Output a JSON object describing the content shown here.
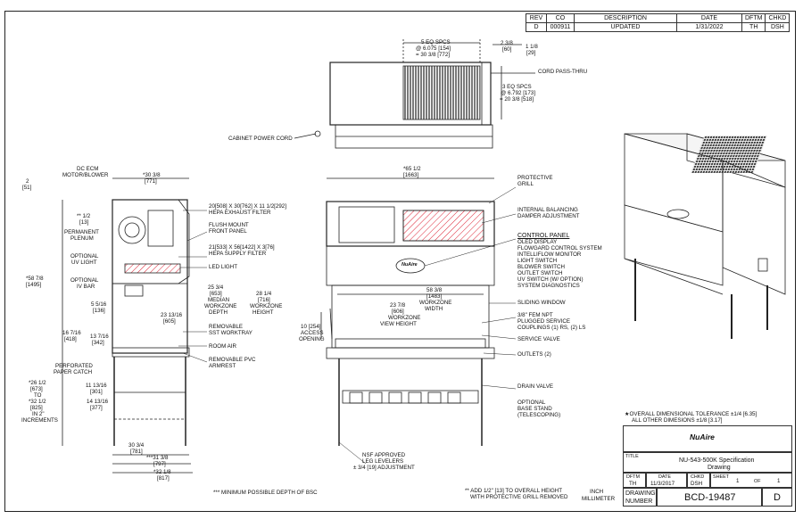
{
  "revision_block": {
    "headers": [
      "REV",
      "CO",
      "DESCRIPTION",
      "DATE",
      "DFTM",
      "CHKD"
    ],
    "row": [
      "D",
      "000911",
      "UPDATED",
      "1/31/2022",
      "TH",
      "DSH"
    ]
  },
  "top_view": {
    "eq_spcs_1": "5 EQ SPCS",
    "eq_spcs_1_dim": "@ 6.075 [154]",
    "eq_spcs_1_total": "= 30 3/8 [772]",
    "dim_2_3_8": "2 3/8",
    "dim_2_3_8_mm": "[60]",
    "dim_1_1_8": "1 1/8",
    "dim_1_1_8_mm": "[29]",
    "cord_pass_thru": "CORD PASS-THRU",
    "eq_spcs_2": "3 EQ SPCS",
    "eq_spcs_2_dim": "@ 6.792 [173]",
    "eq_spcs_2_total": "= 20 3/8 [518]",
    "cabinet_power_cord": "CABINET POWER CORD"
  },
  "side_view": {
    "dc_ecm_1": "DC ECM",
    "dc_ecm_2": "MOTOR/BLOWER",
    "dim_2": "2",
    "dim_2_mm": "[51]",
    "depth_top": "*30 3/8",
    "depth_top_mm": "[771]",
    "dim_half": "** 1/2",
    "dim_half_mm": "[13]",
    "permanent_plenum_1": "PERMANENT",
    "permanent_plenum_2": "PLENUM",
    "optional_uv_1": "OPTIONAL",
    "optional_uv_2": "UV LIGHT",
    "height_total": "*58 7/8",
    "height_total_mm": "[1495]",
    "optional_iv_1": "OPTIONAL",
    "optional_iv_2": "IV BAR",
    "dim_5_5_16": "5 5/16",
    "dim_5_5_16_mm": "[136]",
    "dim_16_7_16": "16 7/16",
    "dim_16_7_16_mm": "[418]",
    "dim_13_7_16": "13 7/16",
    "dim_13_7_16_mm": "[342]",
    "dim_23_13_16": "23 13/16",
    "dim_23_13_16_mm": "[605]",
    "perforated_1": "PERFORATED",
    "perforated_2": "PAPER CATCH",
    "stand_1": "*26 1/2",
    "stand_2": "[673]",
    "stand_3": "TO",
    "stand_4": "*32 1/2",
    "stand_5": "[825]",
    "stand_6": "IN 2\"",
    "stand_7": "INCREMENTS",
    "dim_11_13_16": "11 13/16",
    "dim_11_13_16_mm": "[301]",
    "dim_14_13_16": "14 13/16",
    "dim_14_13_16_mm": "[377]",
    "dim_30_3_4": "30 3/4",
    "dim_30_3_4_mm": "[781]",
    "dim_31_3_8": "***31 3/8",
    "dim_31_3_8_mm": "[797]",
    "dim_32_1_8": "*32 1/8",
    "dim_32_1_8_mm": "[817]",
    "min_depth_note": "*** MINIMUM POSSIBLE DEPTH OF BSC"
  },
  "callouts_mid": {
    "hepa_exhaust_1": "20[508] X 30[762] X 11 1/2[292]",
    "hepa_exhaust_2": "HEPA EXHAUST FILTER",
    "flush_mount_1": "FLUSH MOUNT",
    "flush_mount_2": "FRONT PANEL",
    "hepa_supply_1": "21[533] X 56[1422] X 3[76]",
    "hepa_supply_2": "HEPA SUPPLY FILTER",
    "led_light": "LED LIGHT",
    "median_depth_1": "25 3/4",
    "median_depth_2": "[653]",
    "median_depth_3": "MEDIAN",
    "median_depth_4": "WORKZONE",
    "median_depth_5": "DEPTH",
    "wz_height_1": "28 1/4",
    "wz_height_2": "[716]",
    "wz_height_3": "WORKZONE",
    "wz_height_4": "HEIGHT",
    "removable_sst_1": "REMOVABLE",
    "removable_sst_2": "SST WORKTRAY",
    "room_air": "ROOM AIR",
    "removable_pvc_1": "REMOVABLE PVC",
    "removable_pvc_2": "ARMREST"
  },
  "front_view": {
    "width_total": "*65 1/2",
    "width_total_mm": "[1663]",
    "protective_grill_1": "PROTECTIVE",
    "protective_grill_2": "GRILL",
    "balancing_1": "INTERNAL BALANCING",
    "balancing_2": "DAMPER ADJUSTMENT",
    "control_panel": "CONTROL PANEL",
    "control_items": [
      "OLED DISPLAY",
      "FLOWGARD CONTROL SYSTEM",
      "INTELLIFLOW MONITOR",
      "LIGHT SWITCH",
      "BLOWER SWITCH",
      "OUTLET SWITCH",
      "UV SWITCH (W/ OPTION)",
      "SYSTEM DIAGNOSTICS"
    ],
    "wz_width_1": "58 3/8",
    "wz_width_2": "[1483]",
    "wz_width_3": "WORKZONE",
    "wz_width_4": "WIDTH",
    "view_height_1": "23 7/8",
    "view_height_2": "[606]",
    "view_height_3": "WORKZONE",
    "view_height_4": "VIEW HEIGHT",
    "sliding_window": "SLIDING WINDOW",
    "access_1": "10 [254]",
    "access_2": "ACCESS",
    "access_3": "OPENING",
    "fem_npt_1": "3/8\" FEM NPT",
    "fem_npt_2": "PLUGGED SERVICE",
    "fem_npt_3": "COUPLINGS (1) RS, (2) LS",
    "service_valve": "SERVICE VALVE",
    "outlets": "OUTLETS (2)",
    "drain_valve": "DRAIN VALVE",
    "base_stand_1": "OPTIONAL",
    "base_stand_2": "BASE STAND",
    "base_stand_3": "(TELESCOPING)",
    "nsf_1": "NSF APPROVED",
    "nsf_2": "LEG LEVELERS",
    "nsf_3": "± 3/4 [19] ADJUSTMENT",
    "grill_note_1": "** ADD 1/2\" [13] TO OVERALL HEIGHT",
    "grill_note_2": "WITH PROTECTIVE GRILL REMOVED",
    "logo": "NuAire"
  },
  "tolerance": {
    "line1": "★OVERALL DIMENSIONAL TOLERANCE ±1/4 [6.35]",
    "line2": "ALL OTHER DIMESIONS ±1/8 [3.17]"
  },
  "title_block": {
    "logo": "NuAire",
    "title_label": "TITLE",
    "title_1": "NU-543-500K Specification",
    "title_2": "Drawing",
    "dftm_label": "DFTM",
    "dftm": "TH",
    "date_label": "DATE",
    "date": "11/3/2017",
    "chkd_label": "CHKD",
    "chkd": "DSH",
    "sheet_label": "SHEET",
    "sheet": "1",
    "of_label": "OF",
    "of": "1",
    "units_1": "INCH",
    "units_2": "MILLIMETER",
    "dwg_label_1": "DRAWING",
    "dwg_label_2": "NUMBER",
    "dwg_number": "BCD-19487",
    "rev": "D"
  }
}
